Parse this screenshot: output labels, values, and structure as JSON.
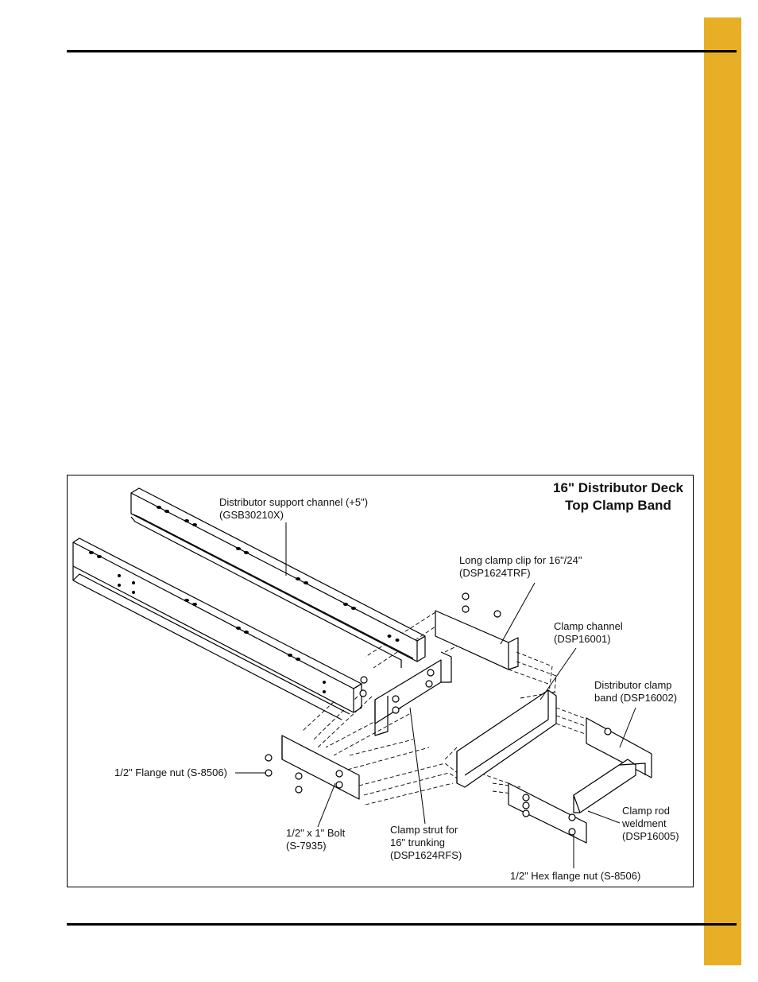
{
  "side_tab": {
    "color": "#e8ae25"
  },
  "figure": {
    "title_line1": "16\" Distributor Deck",
    "title_line2": "Top Clamp Band",
    "labels": {
      "support_channel": {
        "line1": "Distributor support channel (+5\")",
        "line2": "(GSB30210X)"
      },
      "long_clamp_clip": {
        "line1": "Long clamp clip for 16\"/24\"",
        "line2": "(DSP1624TRF)"
      },
      "clamp_channel": {
        "line1": "Clamp channel",
        "line2": "(DSP16001)"
      },
      "clamp_band": {
        "line1": "Distributor clamp",
        "line2": "band (DSP16002)"
      },
      "flange_nut": {
        "line1": "1/2\" Flange nut (S-8506)"
      },
      "bolt": {
        "line1": "1/2\" x 1\" Bolt",
        "line2": "(S-7935)"
      },
      "clamp_strut": {
        "line1": "Clamp strut for",
        "line2": "16\" trunking",
        "line3": "(DSP1624RFS)"
      },
      "clamp_rod": {
        "line1": "Clamp rod",
        "line2": "weldment",
        "line3": "(DSP16005)"
      },
      "hex_flange_nut": {
        "line1": "1/2\" Hex flange nut (S-8506)"
      }
    }
  }
}
